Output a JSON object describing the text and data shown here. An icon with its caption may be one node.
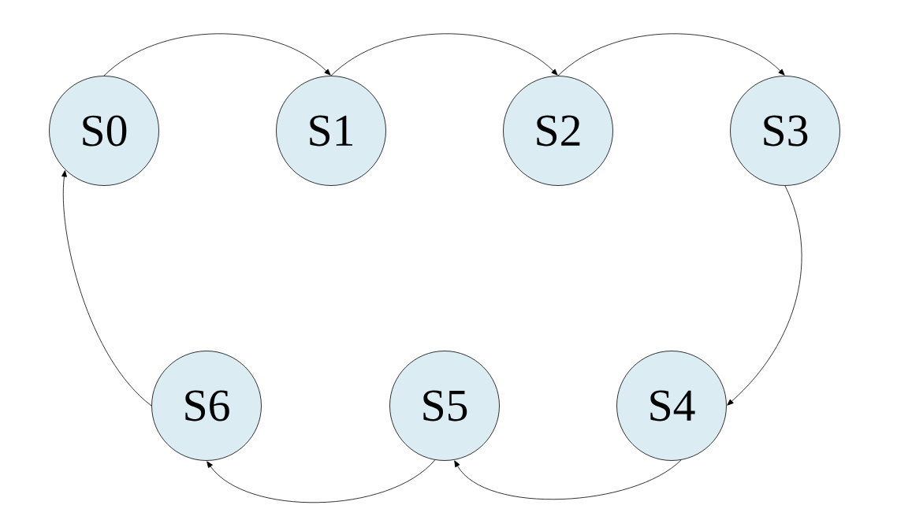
{
  "diagram": {
    "nodes": [
      {
        "text": [
          "S0"
        ]
      },
      {
        "text": [
          "S1"
        ]
      },
      {
        "text": [
          "S2"
        ]
      },
      {
        "text": [
          "S3"
        ]
      },
      {
        "text": [
          "S4"
        ]
      },
      {
        "text": [
          "S5"
        ]
      },
      {
        "text": [
          "S6"
        ]
      }
    ],
    "edges": [
      {
        "from": 0,
        "to": 1,
        "arrow": "to"
      },
      {
        "from": 1,
        "to": 2,
        "arrow": "to"
      },
      {
        "from": 2,
        "to": 3,
        "arrow": "to"
      },
      {
        "from": 3,
        "to": 4,
        "arrow": "to"
      },
      {
        "from": 4,
        "to": 5,
        "arrow": "to"
      },
      {
        "from": 5,
        "to": 6,
        "arrow": "to"
      },
      {
        "from": 6,
        "to": 0,
        "arrow": "to"
      }
    ]
  }
}
